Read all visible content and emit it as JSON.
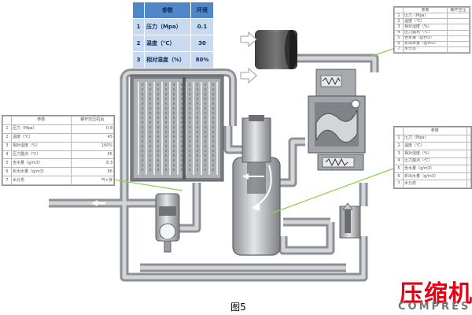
{
  "ambient_table": {
    "headers": [
      "参数",
      "环境"
    ],
    "rows": [
      {
        "index": "1",
        "param": "压力（Mpa）",
        "value": "0.1"
      },
      {
        "index": "2",
        "param": "温度（℃）",
        "value": "30"
      },
      {
        "index": "3",
        "param": "相对湿度（%）",
        "value": "80%"
      }
    ]
  },
  "left_table": {
    "headers": [
      "参数",
      "螺杆空压机后"
    ],
    "rows": [
      {
        "index": "1",
        "param": "压力（Mpa）",
        "value": "0.8"
      },
      {
        "index": "2",
        "param": "温度（℃）",
        "value": "45"
      },
      {
        "index": "3",
        "param": "相对湿度（%）",
        "value": "100%"
      },
      {
        "index": "4",
        "param": "压力露点（℃）",
        "value": "45"
      },
      {
        "index": "5",
        "param": "含水量（g/m3）",
        "value": "8.3"
      },
      {
        "index": "6",
        "param": "析出水量（g/m3）",
        "value": "56"
      },
      {
        "index": "7",
        "param": "水分态",
        "value": "气+液"
      }
    ]
  },
  "top_right_table": {
    "headers": [
      "参数",
      "螺杆空压"
    ],
    "rows": [
      {
        "index": "1",
        "param": "压力（Mpa）",
        "value": ""
      },
      {
        "index": "2",
        "param": "温度（℃）",
        "value": ""
      },
      {
        "index": "3",
        "param": "相对湿度（%）",
        "value": ""
      },
      {
        "index": "4",
        "param": "压力露点（℃）",
        "value": ""
      },
      {
        "index": "5",
        "param": "含水量（g/m3）",
        "value": ""
      },
      {
        "index": "6",
        "param": "析出水量（g/m3）",
        "value": ""
      },
      {
        "index": "7",
        "param": "水分态",
        "value": ""
      }
    ]
  },
  "mid_right_table": {
    "headers": [
      "参数",
      ""
    ],
    "rows": [
      {
        "index": "1",
        "param": "压力（Mpa）",
        "value": ""
      },
      {
        "index": "2",
        "param": "温度（℃）",
        "value": ""
      },
      {
        "index": "3",
        "param": "相对湿度（%）",
        "value": ""
      },
      {
        "index": "4",
        "param": "压力露点（℃）",
        "value": ""
      },
      {
        "index": "5",
        "param": "含水量（g/m3）",
        "value": ""
      },
      {
        "index": "6",
        "param": "析出水量（g/m3）",
        "value": ""
      },
      {
        "index": "7",
        "param": "水分态",
        "value": ""
      }
    ]
  },
  "caption": "图5",
  "watermark": {
    "cn": "压缩机",
    "en": "COMPRES"
  },
  "colors": {
    "pipe": "#b9bcc0",
    "pipe_stroke": "#7f8388",
    "machine": "#9a9da1",
    "machine_dark": "#5c6064",
    "callout_green": "#8fcf52",
    "table_header": "#4f87c7",
    "table_row": "#c9daf0",
    "watermark_red": "#e60012"
  }
}
